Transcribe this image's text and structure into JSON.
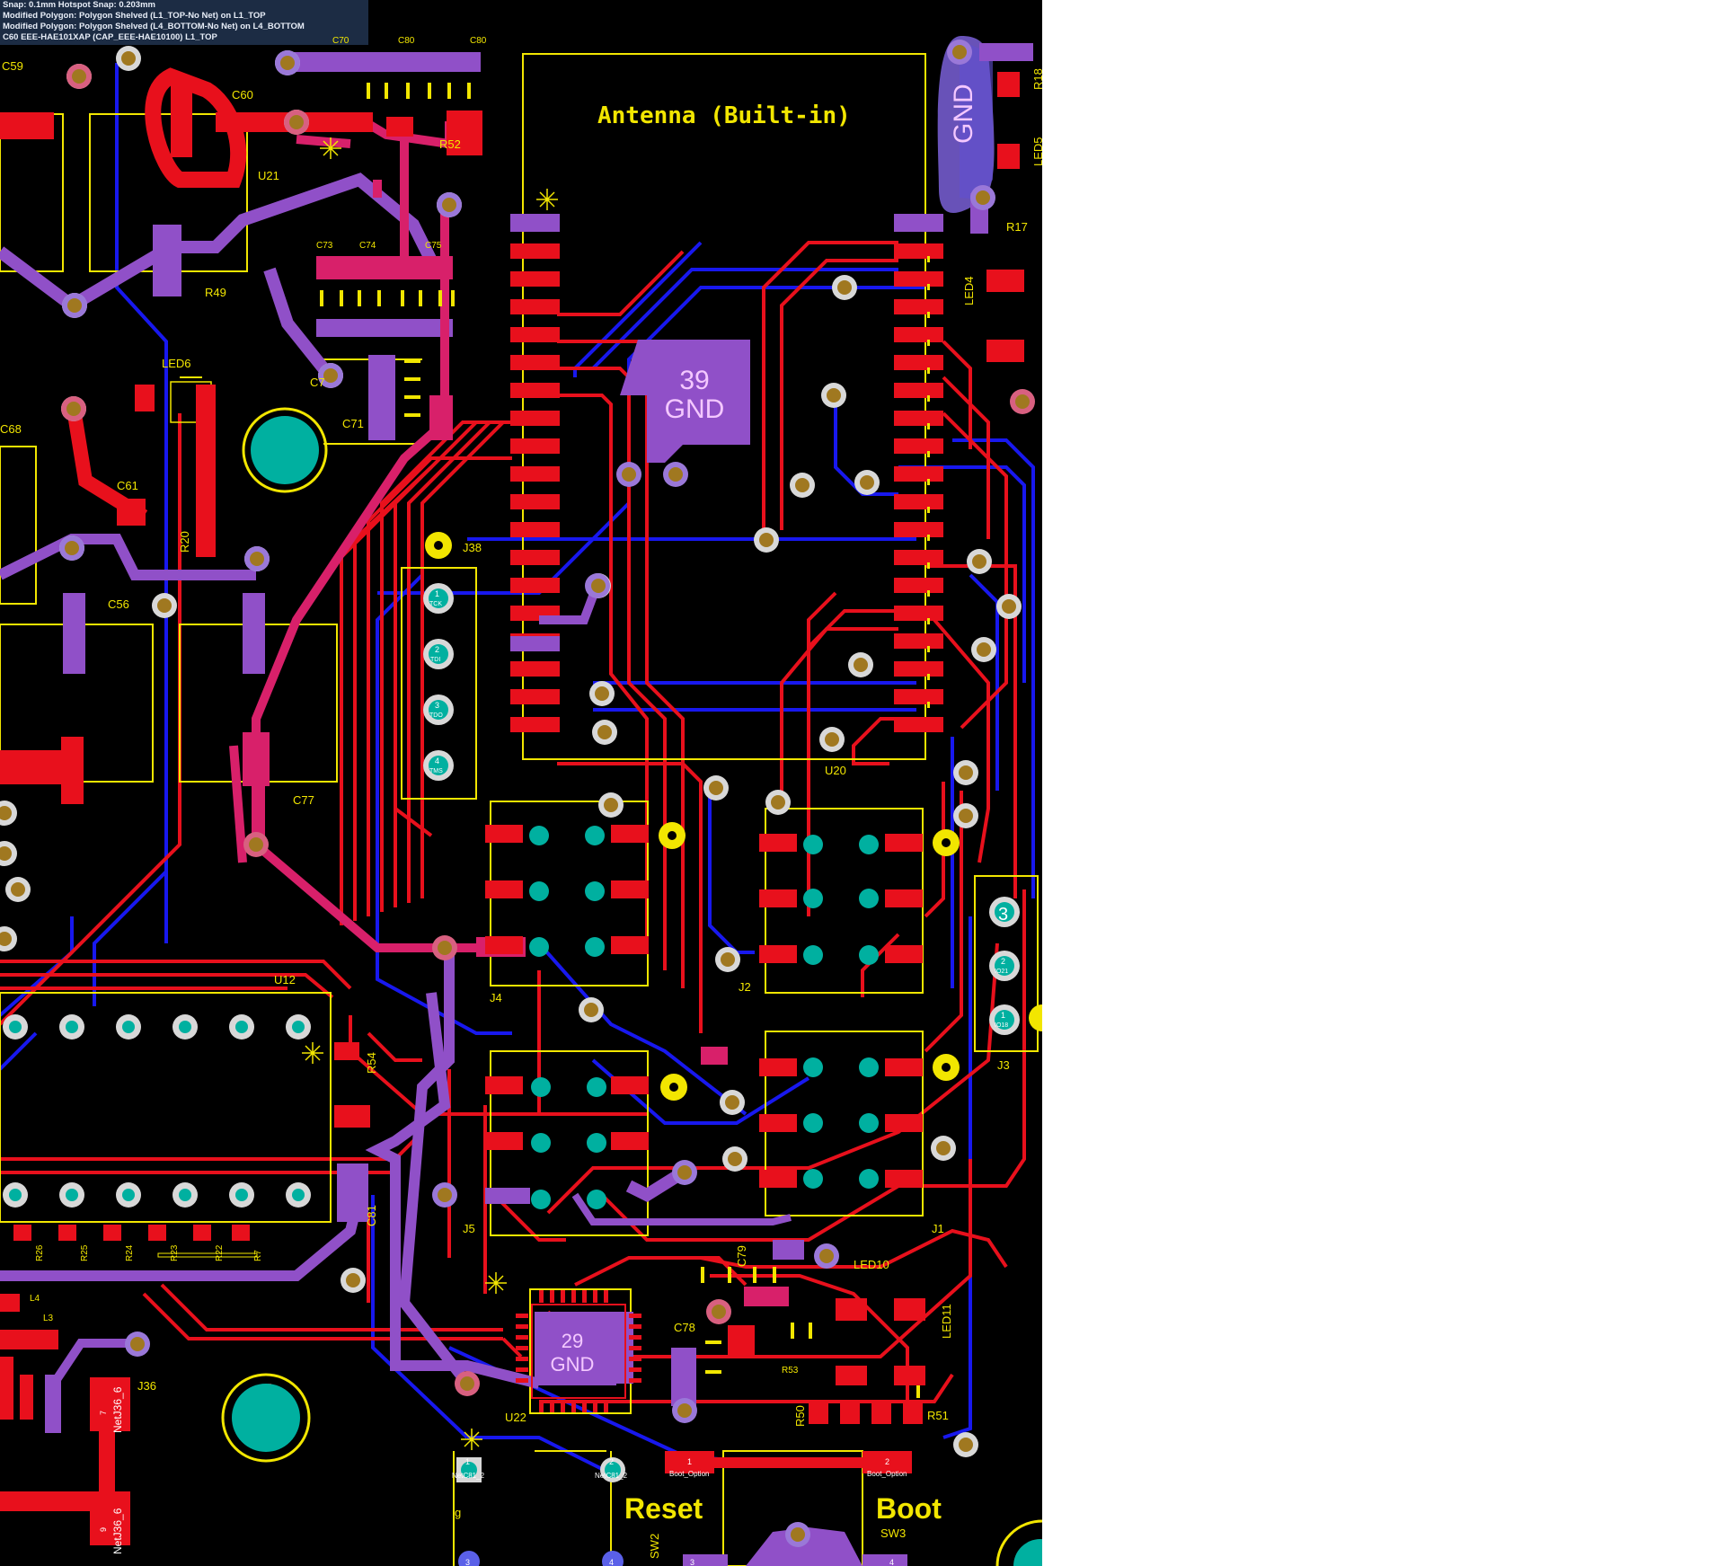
{
  "status_lines": [
    "Snap: 0.1mm Hotspot Snap: 0.203mm",
    "Modified Polygon: Polygon Shelved  (L1_TOP-No Net) on L1_TOP",
    "Modified Polygon: Polygon Shelved  (L4_BOTTOM-No Net) on L4_BOTTOM",
    "C60  EEE-HAE101XAP (CAP_EEE-HAE10100) L1_TOP"
  ],
  "antenna_label": "Antenna (Built-in)",
  "buttons": {
    "reset": "Reset",
    "boot": "Boot"
  },
  "gnd": {
    "top": "GND",
    "center_num": "39",
    "center_gnd": "GND",
    "u22_num": "29",
    "u22_gnd": "GND"
  },
  "designators": {
    "c59": "C59",
    "c60": "C60",
    "c70": "C70",
    "c80": "C80",
    "r52": "R52",
    "u21": "U21",
    "r49": "R49",
    "c73": "C73",
    "c74": "C74",
    "c75": "C75",
    "c71": "C71",
    "c72": "C7",
    "r18": "R18",
    "led5": "LED5",
    "r17": "R17",
    "led4": "LED4",
    "led6": "LED6",
    "c68": "C68",
    "c61": "C61",
    "r20": "R20",
    "c56": "C56",
    "j38": "J38",
    "c77": "C77",
    "u20": "U20",
    "j4": "J4",
    "j2": "J2",
    "j3": "J3",
    "u12": "U12",
    "r54": "R54",
    "j5": "J5",
    "j1": "J1",
    "c81": "C81",
    "c79": "C79",
    "led10": "LED10",
    "led11": "LED11",
    "c78": "C78",
    "r53": "R53",
    "r50": "R50",
    "r51": "R51",
    "u22": "U22",
    "j36": "J36",
    "sw2": "SW2",
    "sw3": "SW3",
    "l3": "L3",
    "l4": "L4",
    "g": "g"
  },
  "resistors_row": [
    "R26",
    "R25",
    "R24",
    "R23",
    "R22",
    "R7"
  ],
  "j38_pads": [
    {
      "num": "1",
      "net": "TCK"
    },
    {
      "num": "2",
      "net": "TDI"
    },
    {
      "num": "3",
      "net": "TDO"
    },
    {
      "num": "4",
      "net": "TMS"
    }
  ],
  "j3_pads": [
    {
      "num": "3",
      "net": ""
    },
    {
      "num": "2",
      "net": "IO21"
    },
    {
      "num": "1",
      "net": "IO18"
    }
  ],
  "j36_pads": [
    {
      "num": "7",
      "net": "NetJ36_6"
    },
    {
      "num": "9",
      "net": "NetJ36_6"
    }
  ],
  "sw2_pads": [
    {
      "num": "1",
      "net": "NetC81_2"
    },
    {
      "num": "2",
      "net": "NetC81_2"
    },
    {
      "num": "3",
      "net": ""
    },
    {
      "num": "4",
      "net": ""
    }
  ],
  "sw3_pads": [
    {
      "num": "1",
      "net": "Boot_Option"
    },
    {
      "num": "2",
      "net": "Boot_Option"
    },
    {
      "num": "3",
      "net": ""
    },
    {
      "num": "4",
      "net": ""
    }
  ],
  "colors": {
    "background": "#000000",
    "top_copper": "#e8101c",
    "bottom_copper": "#1818ee",
    "bottom_pad": "#9050c8",
    "silkscreen": "#f2e600",
    "via_ring": "#c8c8c8",
    "via_hole": "#a07820",
    "through_pad": "#00b0a0"
  }
}
